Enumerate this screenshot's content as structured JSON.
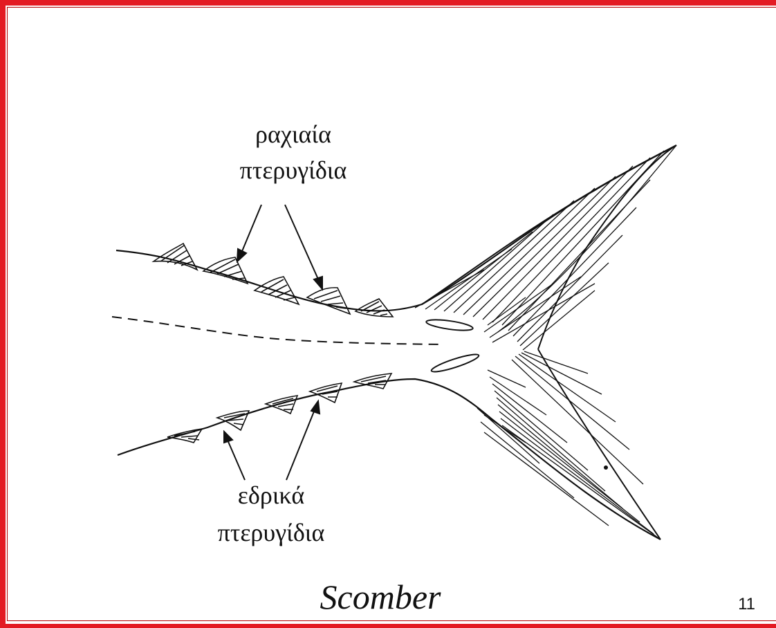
{
  "labels": {
    "dorsal_line1": "ραχιαία",
    "dorsal_line2": "πτερυγίδια",
    "anal_line1": "εδρικά",
    "anal_line2": "πτερυγίδια"
  },
  "species_name": "Scomber",
  "page_number": "11",
  "colors": {
    "frame": "#e31b23",
    "ink": "#111111"
  }
}
